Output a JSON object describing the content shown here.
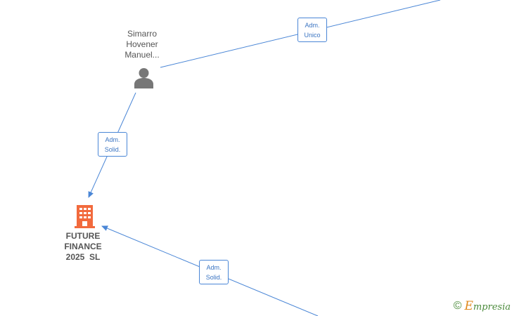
{
  "nodes": {
    "person": {
      "name_lines": [
        "Simarro",
        "Hovener",
        "Manuel..."
      ],
      "icon": "person-icon"
    },
    "company": {
      "name_lines": [
        "FUTURE",
        "FINANCE",
        "2025  SL"
      ],
      "icon": "building-icon"
    }
  },
  "edges": [
    {
      "label_lines": [
        "Adm.",
        "Unico"
      ]
    },
    {
      "label_lines": [
        "Adm.",
        "Solid."
      ]
    },
    {
      "label_lines": [
        "Adm.",
        "Solid."
      ]
    }
  ],
  "brand": {
    "copyright_symbol": "©",
    "initial": "E",
    "name_rest": "mpresia"
  },
  "colors": {
    "edge": "#4a86d6",
    "person_icon": "#777777",
    "company_icon": "#f26a3d",
    "text": "#555555",
    "brand_green": "#4a8a3a",
    "brand_orange": "#e08a1e"
  }
}
